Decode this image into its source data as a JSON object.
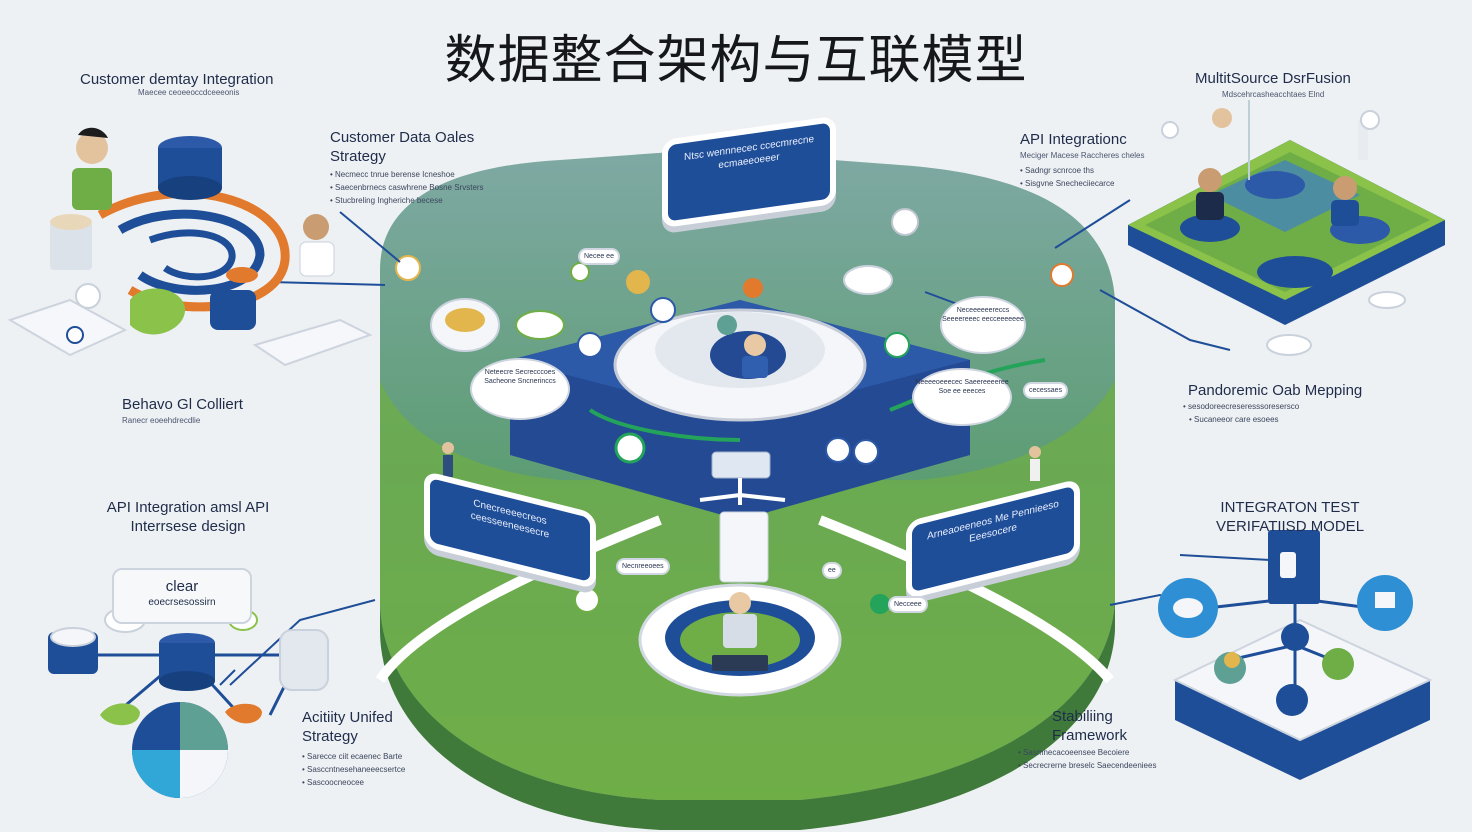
{
  "title": "数据整合架构与互联模型",
  "labels": {
    "cust_identity": "Customer demtay Integration",
    "cust_identity_sub": "Maecee ceoeeoccdceeeonis",
    "cust_data": "Customer Data Oales Strategy",
    "cust_data_bullets": [
      "Necmecc tnrue berense Icneshoe",
      "Saecenbrnecs caswhrene Bosne Srvsters",
      "Stucbreling Ingheriche becese"
    ],
    "behavo": "Behavo Gl Colliert",
    "behavo_sub": "Ranecr eoeehdrecdlie",
    "api_left": "API Integration amsl API Interrsese design",
    "clear": "clear",
    "clear_sub": "eoecrsesossirn",
    "activity": "Acitiity Unifed Strategy",
    "activity_bullets": [
      "Sarecce ciit ecaenec Barte",
      "Sasccntnesehaneeecsertce",
      "Sascoocneocee"
    ],
    "multi": "MultitSource DsrFusion",
    "multi_sub": "Mdscehrcasheacchtaes Elnd",
    "api_right": "API Integrationc",
    "api_right_sub": "Meciger Macese Raccheres cheles",
    "api_right_bullets": [
      "Sadngr scnrcoe ths",
      "Sisgvne Snecheciiecarce"
    ],
    "pando": "Pandoremic Oab Mepping",
    "pando_bullets": [
      "sesodoreecreseresssoresersco",
      "Sucaneeor care esoees"
    ],
    "integ": "INTEGRATON TEST VERIFATIISD MODEL",
    "stab": "Stabiliing Framework",
    "stab_bullets": [
      "Sasmnecacoeensee Becoiere",
      "Secrecrerne breselc Saecendeeniees"
    ]
  },
  "cards": {
    "top": "Ntsc wennnecec ccecmrecne ecmaeeoeeer",
    "left": "Cnecreeeecreos ceesseeneesecre",
    "right": "Arneaoeeneos Me Pennieeso Eeesocere"
  },
  "bubbles": {
    "b1": "Neteecre Secrecccoes Sacheone Sncnerinccs",
    "b2": "Neceeeeeereccs Seeeereeec eecceeeeeee",
    "b3": "Neeeeoeeecec Saeereeeeree Soe ee eeeces",
    "p1": "Necee ee",
    "p2": "cecessaes",
    "p3": "Necnreeoees",
    "p4": "ee",
    "p5": "Necceee"
  },
  "colors": {
    "navy": "#1f4e99",
    "green": "#6fae47",
    "teal": "#5fa095",
    "orange": "#e27a2d"
  }
}
